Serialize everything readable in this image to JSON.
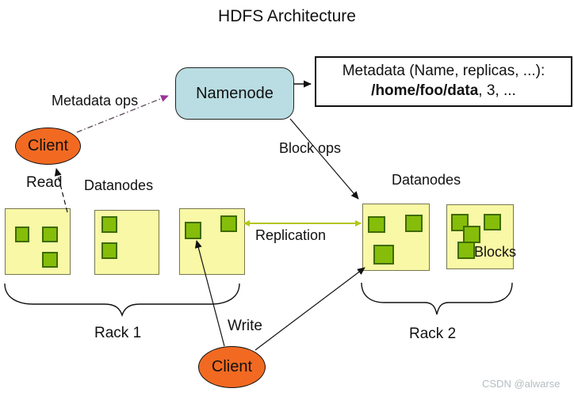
{
  "title": "HDFS Architecture",
  "colors": {
    "client_orange": "#f26a22",
    "namenode_blue": "#b9dde2",
    "datanode_yellow": "#f8f8a6",
    "block_green": "#85bd0a",
    "block_border": "#3f6b05",
    "replication_green": "#b4c618",
    "arrow_purple": "#993399",
    "arrow_black": "#111111",
    "watermark_gray": "#b6bcc0"
  },
  "namenode": {
    "label": "Namenode"
  },
  "metadata_box": {
    "line1": "Metadata (Name, replicas, ...):",
    "path": "/home/foo/data",
    "line2_rest": ", 3, ..."
  },
  "clients": {
    "top": "Client",
    "bottom": "Client"
  },
  "labels": {
    "metadata_ops": "Metadata ops",
    "block_ops": "Block ops",
    "read": "Read",
    "write": "Write",
    "replication": "Replication",
    "datanodes_left": "Datanodes",
    "datanodes_right": "Datanodes",
    "blocks": "Blocks",
    "rack1": "Rack 1",
    "rack2": "Rack 2"
  },
  "watermark": "CSDN @alwarse"
}
